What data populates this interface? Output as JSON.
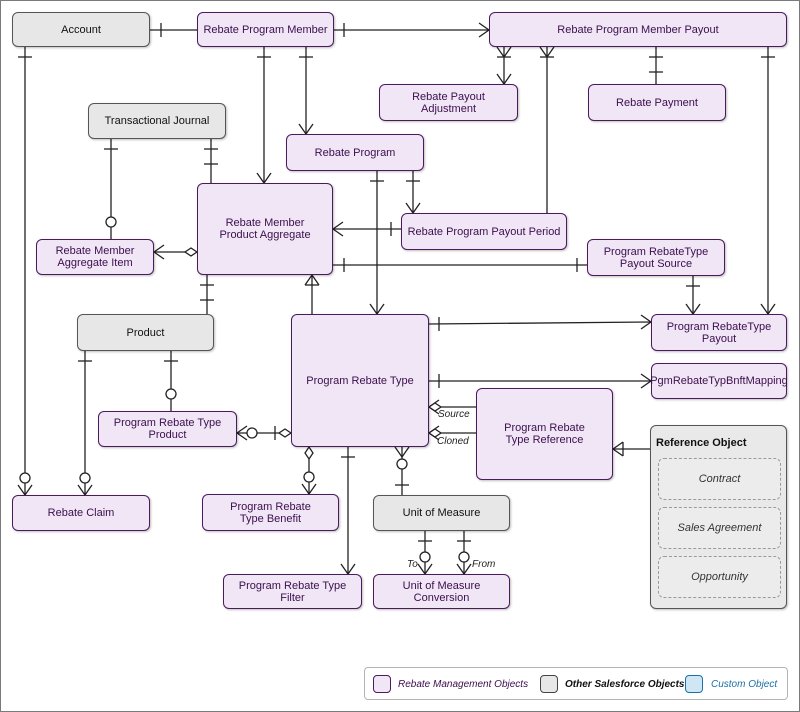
{
  "nodes": {
    "account": "Account",
    "rebate_program_member": "Rebate Program Member",
    "rebate_program_member_payout": "Rebate Program Member Payout",
    "rebate_payout_adjustment": "Rebate Payout Adjustment",
    "rebate_payment": "Rebate Payment",
    "transactional_journal": "Transactional Journal",
    "rebate_program": "Rebate Program",
    "rebate_member_product_aggregate": "Rebate Member Product Aggregate",
    "rebate_program_payout_period": "Rebate Program Payout Period",
    "rebate_member_aggregate_item": "Rebate Member Aggregate Item",
    "program_rebatetype_payout_source": "Program RebateType Payout Source",
    "product": "Product",
    "program_rebate_type": "Program Rebate Type",
    "program_rebatetype_payout": "Program RebateType Payout",
    "pgm_rebate_typ_bnft_mapping": "PgmRebateTypBnftMapping",
    "program_rebate_type_product": "Program Rebate Type Product",
    "program_rebate_type_reference": "Program Rebate Type Reference",
    "rebate_claim": "Rebate Claim",
    "program_rebate_type_benefit": "Program Rebate Type Benefit",
    "unit_of_measure": "Unit of Measure",
    "program_rebate_type_filter": "Program Rebate Type Filter",
    "unit_of_measure_conversion": "Unit of Measure Conversion"
  },
  "reference_object": {
    "title": "Reference Object",
    "items": [
      "Contract",
      "Sales Agreement",
      "Opportunity"
    ]
  },
  "edge_labels": {
    "source": "Source",
    "cloned": "Cloned",
    "to": "To",
    "from": "From"
  },
  "legend": {
    "rebate_management": "Rebate Management Objects",
    "other_salesforce": "Other Salesforce Objects",
    "custom": "Custom Object"
  },
  "colors": {
    "rebate_fill": "#f1e6f5",
    "rebate_border": "#4a1a5c",
    "salesforce_fill": "#e7e7e7",
    "custom_fill": "#cfe6f4",
    "custom_border": "#1b6fa8",
    "custom_text": "#1b6fa8"
  }
}
